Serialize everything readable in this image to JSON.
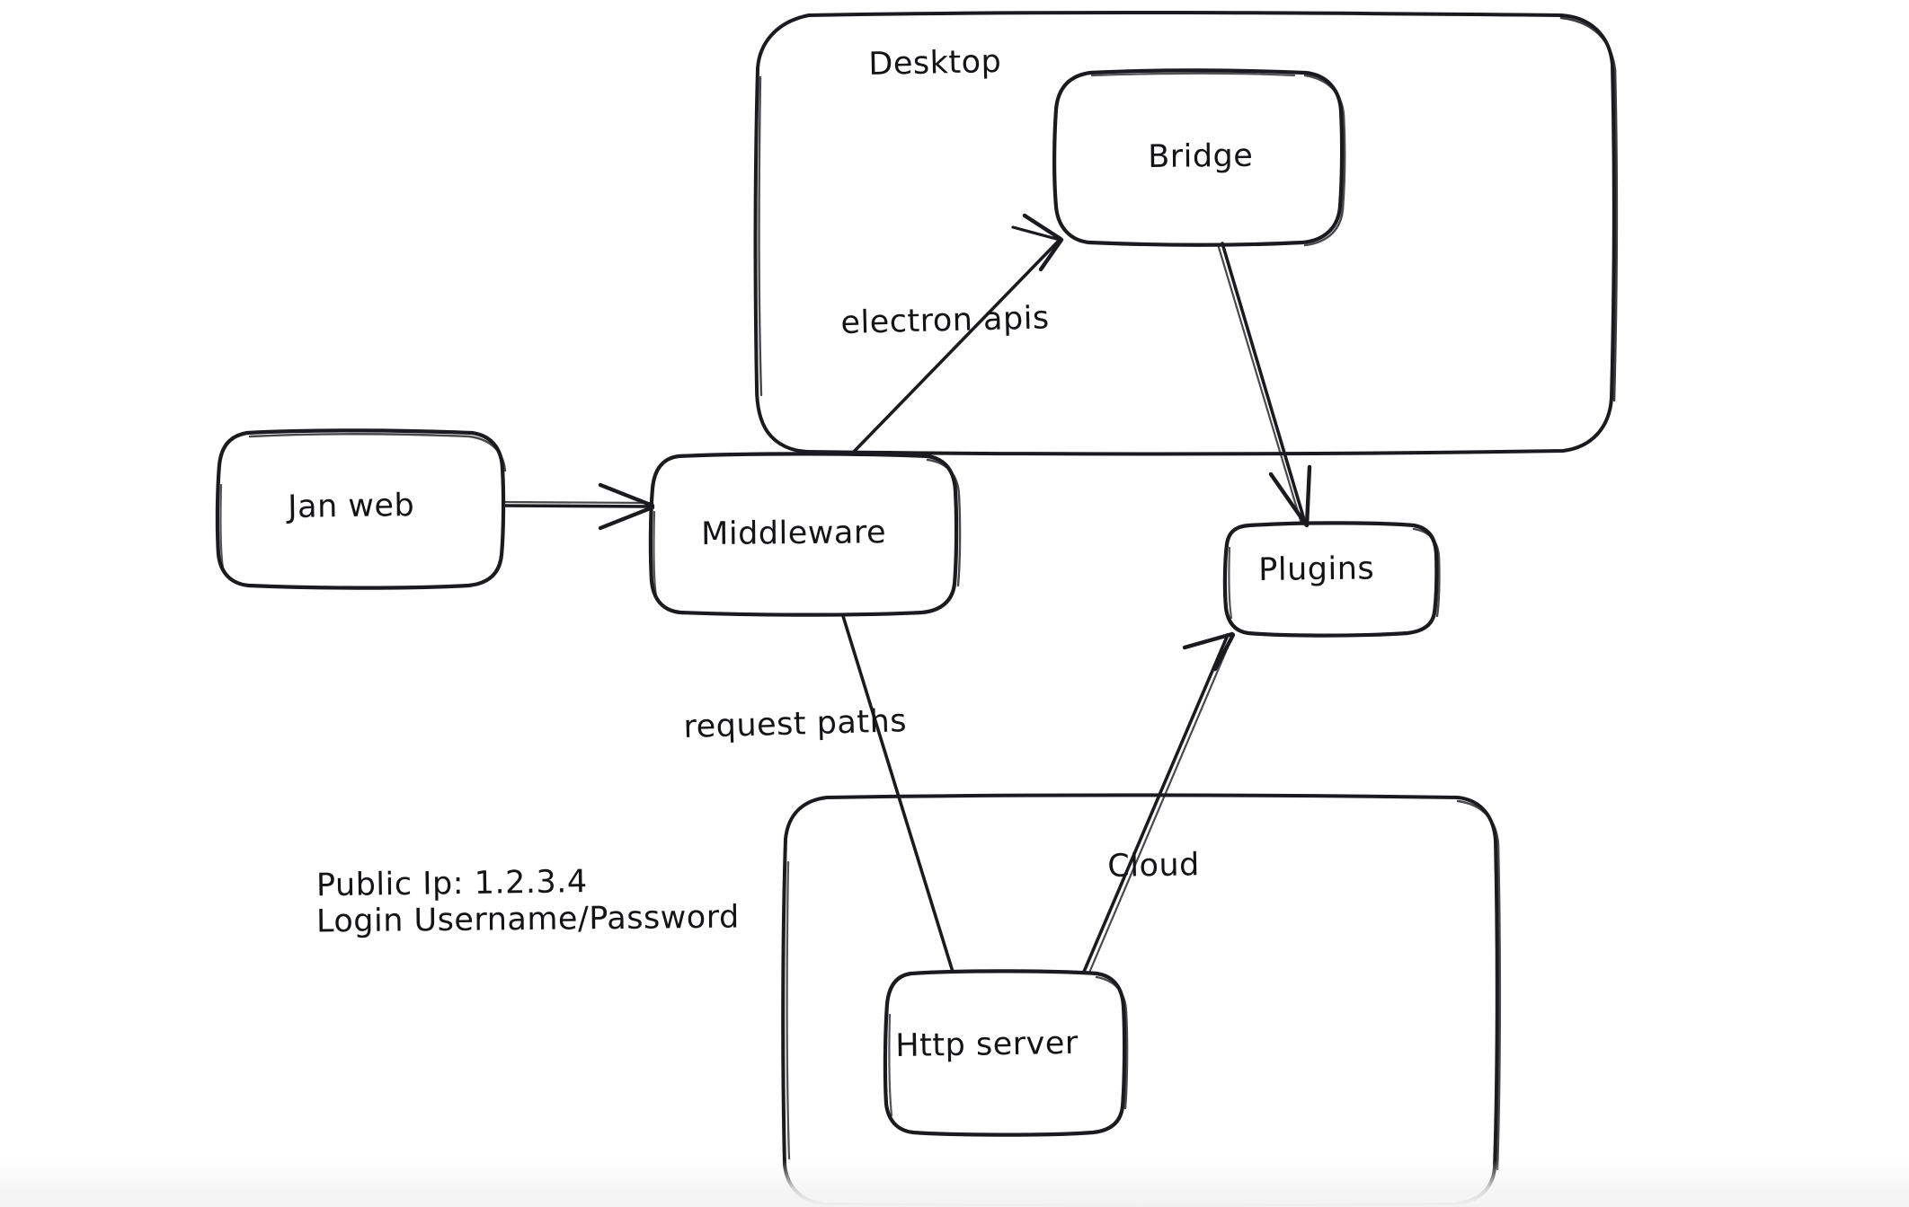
{
  "diagram": {
    "title_text": "Desktop",
    "background_color": "#ffffff",
    "stroke_color": "#1b1b1f",
    "text_color": "#141417"
  },
  "groups": [
    {
      "id": "desktop",
      "label": "Desktop"
    },
    {
      "id": "cloud_container",
      "label": ""
    }
  ],
  "nodes": [
    {
      "id": "jan_web",
      "label": "Jan web"
    },
    {
      "id": "middleware",
      "label": "Middleware"
    },
    {
      "id": "bridge",
      "label": "Bridge"
    },
    {
      "id": "plugins",
      "label": "Plugins"
    },
    {
      "id": "http_server",
      "label": "Http server"
    }
  ],
  "edges": [
    {
      "id": "janweb_to_middleware",
      "label": "",
      "from": "jan_web",
      "to": "middleware"
    },
    {
      "id": "middleware_to_bridge",
      "label": "electron apis",
      "from": "middleware",
      "to": "bridge"
    },
    {
      "id": "bridge_to_plugins",
      "label": "",
      "from": "bridge",
      "to": "plugins"
    },
    {
      "id": "httpserver_to_middleware",
      "label": "request paths",
      "from": "http_server",
      "to": "middleware"
    },
    {
      "id": "httpserver_to_plugins",
      "label": "Cloud",
      "from": "http_server",
      "to": "plugins"
    }
  ],
  "notes": {
    "public_ip_line": "Public Ip: 1.2.3.4",
    "login_line": "Login Username/Password"
  }
}
